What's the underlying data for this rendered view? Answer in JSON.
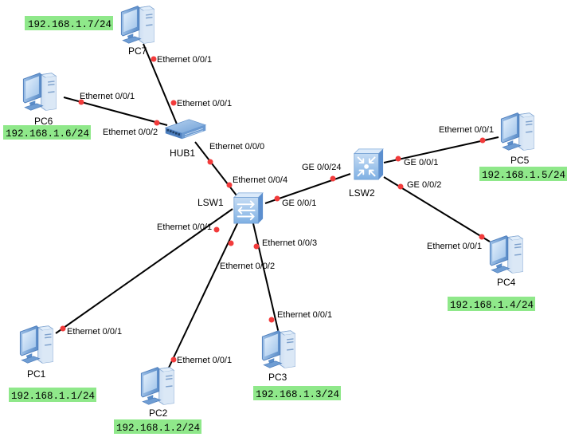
{
  "diagram": {
    "type": "network-topology",
    "colors": {
      "link": "#000000",
      "port_dot": "#f23b3b",
      "ip_badge": "#8fe88a",
      "device_blue": "#7aa6da"
    },
    "devices": [
      {
        "id": "PC7",
        "label": "PC7",
        "kind": "pc",
        "icon": "pc-icon",
        "ip": "192.168.1.7/24"
      },
      {
        "id": "PC6",
        "label": "PC6",
        "kind": "pc",
        "icon": "pc-icon",
        "ip": "192.168.1.6/24"
      },
      {
        "id": "HUB1",
        "label": "HUB1",
        "kind": "hub",
        "icon": "hub-icon"
      },
      {
        "id": "LSW1",
        "label": "LSW1",
        "kind": "l2-switch",
        "icon": "switch-icon"
      },
      {
        "id": "LSW2",
        "label": "LSW2",
        "kind": "l3-switch",
        "icon": "l3-switch-icon"
      },
      {
        "id": "PC5",
        "label": "PC5",
        "kind": "pc",
        "icon": "pc-icon",
        "ip": "192.168.1.5/24"
      },
      {
        "id": "PC4",
        "label": "PC4",
        "kind": "pc",
        "icon": "pc-icon",
        "ip": "192.168.1.4/24"
      },
      {
        "id": "PC1",
        "label": "PC1",
        "kind": "pc",
        "icon": "pc-icon",
        "ip": "192.168.1.1/24"
      },
      {
        "id": "PC2",
        "label": "PC2",
        "kind": "pc",
        "icon": "pc-icon",
        "ip": "192.168.1.2/24"
      },
      {
        "id": "PC3",
        "label": "PC3",
        "kind": "pc",
        "icon": "pc-icon",
        "ip": "192.168.1.3/24"
      }
    ],
    "links": [
      {
        "from": "PC7",
        "from_port": "Ethernet 0/0/1",
        "to": "HUB1",
        "to_port": "Ethernet 0/0/1"
      },
      {
        "from": "PC6",
        "from_port": "Ethernet 0/0/1",
        "to": "HUB1",
        "to_port": "Ethernet 0/0/2"
      },
      {
        "from": "HUB1",
        "from_port": "Ethernet 0/0/0",
        "to": "LSW1",
        "to_port": "Ethernet 0/0/4"
      },
      {
        "from": "LSW1",
        "from_port": "GE 0/0/1",
        "to": "LSW2",
        "to_port": "GE 0/0/24"
      },
      {
        "from": "LSW2",
        "from_port": "GE 0/0/1",
        "to": "PC5",
        "to_port": "Ethernet 0/0/1"
      },
      {
        "from": "LSW2",
        "from_port": "GE 0/0/2",
        "to": "PC4",
        "to_port": "Ethernet 0/0/1"
      },
      {
        "from": "LSW1",
        "from_port": "Ethernet 0/0/1",
        "to": "PC1",
        "to_port": "Ethernet 0/0/1"
      },
      {
        "from": "LSW1",
        "from_port": "Ethernet 0/0/2",
        "to": "PC2",
        "to_port": "Ethernet 0/0/1"
      },
      {
        "from": "LSW1",
        "from_port": "Ethernet 0/0/3",
        "to": "PC3",
        "to_port": "Ethernet 0/0/1"
      }
    ]
  }
}
